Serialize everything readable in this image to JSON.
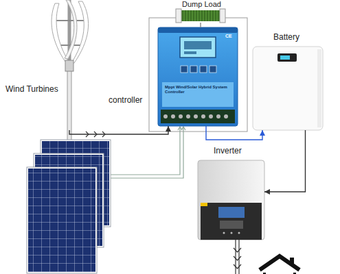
{
  "diagram": {
    "nodes": [
      {
        "text": [
          "Wind Turbines"
        ]
      },
      {
        "text": [
          "Dump Load"
        ]
      },
      {
        "text": [
          "controller"
        ]
      },
      {
        "text": [
          "Battery"
        ]
      },
      {
        "text": [
          "Inverter"
        ]
      }
    ],
    "edges": [
      {
        "from": 0,
        "to": 2,
        "arrow": "to"
      },
      {
        "from": 1,
        "to": 2,
        "arrow": "none"
      },
      {
        "from": 2,
        "to": 3,
        "arrow": "to"
      },
      {
        "from": 3,
        "to": 4,
        "arrow": "to"
      }
    ],
    "labels": [
      "Mppt Wind/Solar Hybrid System Controller",
      "CE"
    ]
  }
}
